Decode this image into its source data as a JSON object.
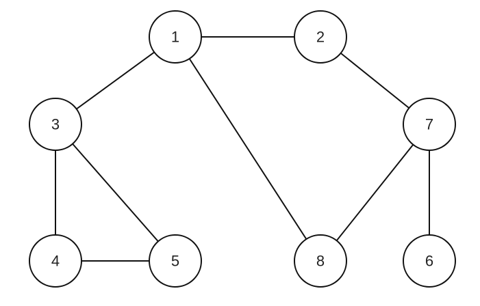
{
  "nodes": [
    {
      "id": "n1",
      "label": "1"
    },
    {
      "id": "n2",
      "label": "2"
    },
    {
      "id": "n3",
      "label": "3"
    },
    {
      "id": "n7",
      "label": "7"
    },
    {
      "id": "n4",
      "label": "4"
    },
    {
      "id": "n5",
      "label": "5"
    },
    {
      "id": "n8",
      "label": "8"
    },
    {
      "id": "n6",
      "label": "6"
    }
  ],
  "edges": [
    {
      "from": "1",
      "to": "2"
    },
    {
      "from": "1",
      "to": "3"
    },
    {
      "from": "1",
      "to": "8"
    },
    {
      "from": "2",
      "to": "7"
    },
    {
      "from": "3",
      "to": "4"
    },
    {
      "from": "3",
      "to": "5"
    },
    {
      "from": "4",
      "to": "5"
    },
    {
      "from": "7",
      "to": "8"
    },
    {
      "from": "7",
      "to": "6"
    }
  ]
}
